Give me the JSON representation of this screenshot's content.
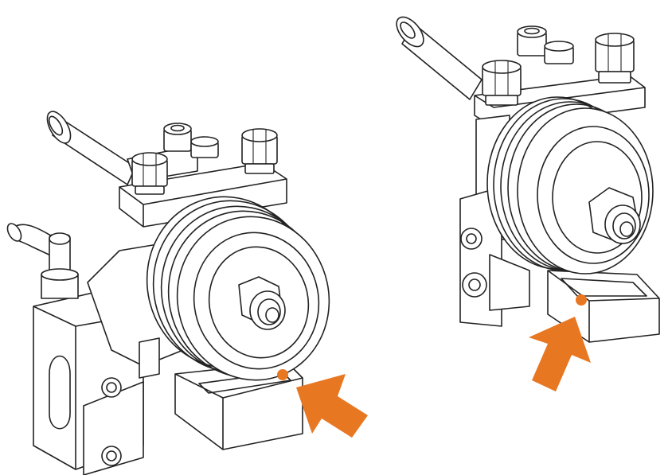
{
  "figure": {
    "panels": [
      {
        "id": "left-view",
        "subject": "tensioner-pulley-assembly-angled-with-bracket"
      },
      {
        "id": "right-view",
        "subject": "tensioner-pulley-assembly-front"
      }
    ],
    "marker_color": "#E87722",
    "line_color": "#222222",
    "background": "#FFFFFF"
  }
}
